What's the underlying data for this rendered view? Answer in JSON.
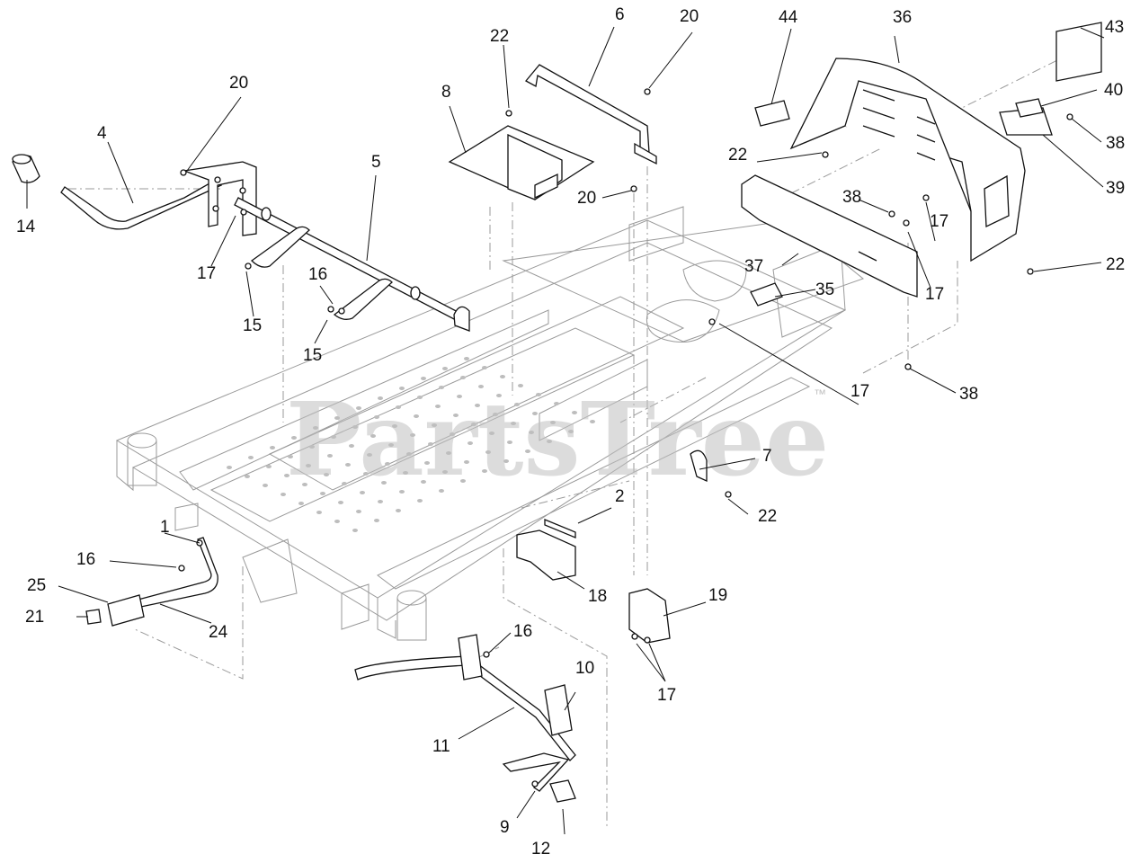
{
  "watermark": {
    "text": "PartsTree",
    "trademark": "™"
  },
  "callouts": {
    "c1": "1",
    "c2": "2",
    "c4": "4",
    "c5": "5",
    "c6": "6",
    "c7": "7",
    "c8": "8",
    "c9": "9",
    "c10": "10",
    "c11": "11",
    "c12": "12",
    "c14": "14",
    "c15a": "15",
    "c15b": "15",
    "c16a": "16",
    "c16b": "16",
    "c16c": "16",
    "c17a": "17",
    "c17b": "17",
    "c17c": "17",
    "c17d": "17",
    "c17e": "17",
    "c18": "18",
    "c19": "19",
    "c20a": "20",
    "c20b": "20",
    "c20c": "20",
    "c21": "21",
    "c22a": "22",
    "c22b": "22",
    "c22c": "22",
    "c22d": "22",
    "c24": "24",
    "c25": "25",
    "c35": "35",
    "c36": "36",
    "c37": "37",
    "c38a": "38",
    "c38b": "38",
    "c38c": "38",
    "c39": "39",
    "c40": "40",
    "c43": "43",
    "c44": "44"
  }
}
